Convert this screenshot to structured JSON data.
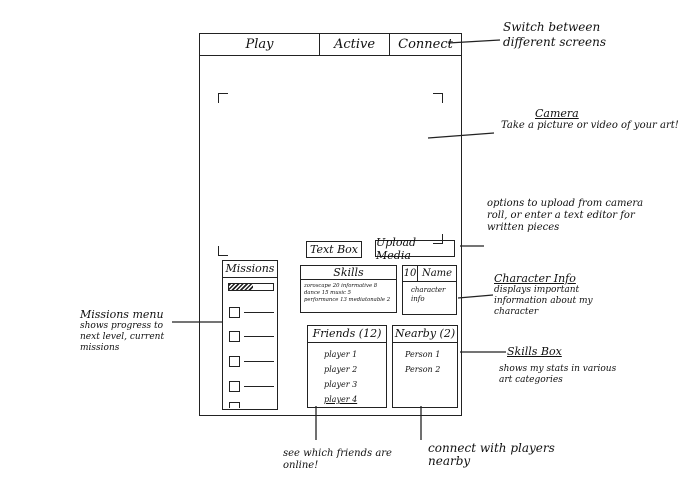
{
  "tabs": [
    "Play",
    "Active",
    "Connect"
  ],
  "buttons": {
    "text_box": "Text Box",
    "upload_media": "Upload Media"
  },
  "missions": {
    "title": "Missions"
  },
  "skills": {
    "title": "Skills",
    "rows": [
      {
        "col1": "zoroscape 20 informative 8"
      },
      {
        "col1": "dance 15 music 5"
      },
      {
        "col1": "performance 13 mediatonable 2"
      }
    ]
  },
  "character": {
    "level": "10",
    "name": "Name",
    "info": "character info"
  },
  "friends": {
    "title": "Friends (12)",
    "items": [
      "player 1",
      "player 2",
      "player 3",
      "player 4"
    ]
  },
  "nearby": {
    "title": "Nearby (2)",
    "items": [
      "Person 1",
      "Person 2"
    ]
  },
  "annotations": {
    "switch": "Switch between different screens",
    "camera_title": "Camera",
    "camera_desc": "Take a picture or video of your art!",
    "upload": "options to upload from camera roll, or enter a text editor for written pieces",
    "char_title": "Character Info",
    "char_desc": "displays important information about my character",
    "skills_title": "Skills Box",
    "skills_desc": "shows my stats in various art categories",
    "missions_title": "Missions menu",
    "missions_desc": "shows progress to next level, current missions",
    "friends": "see which friends are online!",
    "nearby": "connect with players nearby"
  }
}
